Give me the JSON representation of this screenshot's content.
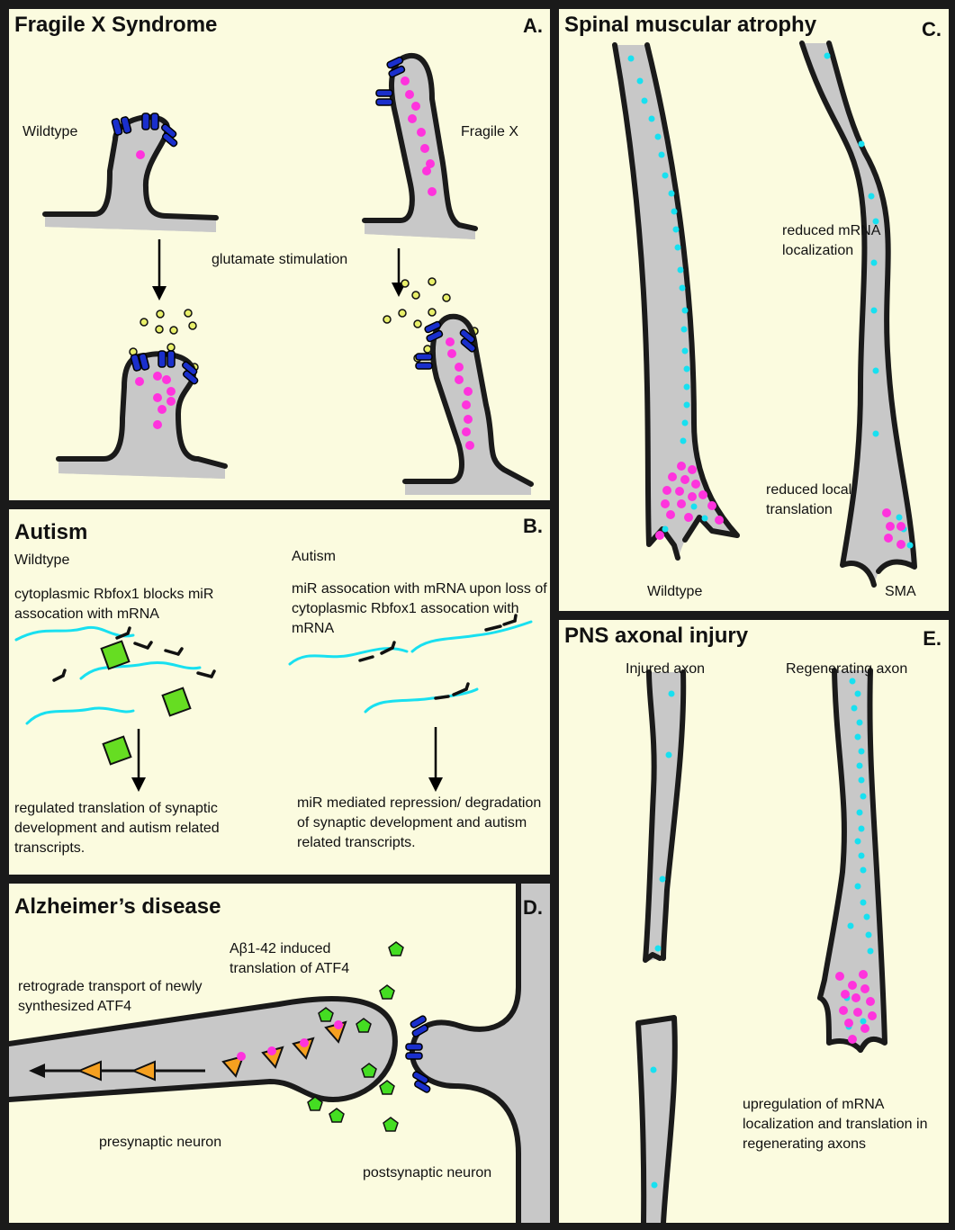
{
  "panels": {
    "A": {
      "title": "Fragile X Syndrome",
      "letter": "A.",
      "labels": {
        "wildtype": "Wildtype",
        "fragile_x": "Fragile X",
        "stimulation": "glutamate stimulation"
      }
    },
    "B": {
      "title": "Autism",
      "letter": "B.",
      "labels": {
        "wildtype": "Wildtype",
        "wildtype_desc": "cytoplasmic Rbfox1 blocks miR assocation with mRNA",
        "wildtype_result": "regulated translation of synaptic development and autism related transcripts.",
        "autism": "Autism",
        "autism_desc": "miR assocation with mRNA upon loss of cytoplasmic Rbfox1 assocation with mRNA",
        "autism_result": "miR mediated repression/ degradation of synaptic development and autism related transcripts."
      }
    },
    "C": {
      "title": "Spinal muscular atrophy",
      "letter": "C.",
      "labels": {
        "reduced_localization": "reduced mRNA localization",
        "reduced_translation": "reduced local translation",
        "wildtype": "Wildtype",
        "sma": "SMA"
      }
    },
    "D": {
      "title": "Alzheimer’s disease",
      "letter": "D.",
      "labels": {
        "abeta_line1": "Aβ1-42 induced",
        "abeta_line2": "translation of ATF4",
        "retrograde": "retrograde transport of newly synthesized ATF4",
        "presynaptic": "presynaptic neuron",
        "postsynaptic": "postsynaptic neuron"
      }
    },
    "E": {
      "title": "PNS axonal injury",
      "letter": "E.",
      "labels": {
        "injured": "Injured axon",
        "regenerating": "Regenerating axon",
        "upregulation": "upregulation of mRNA localization and translation in regenerating axons"
      }
    }
  },
  "colors": {
    "panel_bg": "#fbfbdf",
    "border": "#1a1a1a",
    "cell_fill": "#c8c8c8",
    "membrane": "#1a1a1a",
    "receptor": "#1a2fcc",
    "protein_magenta": "#ff33dd",
    "mrna_cyan": "#18e0f0",
    "glutamate": "#e8ef6a",
    "rbfox1_green": "#66dd22",
    "abeta_green": "#44dd22",
    "atf4_orange": "#f5a020"
  },
  "icons": {
    "receptor": "receptor-icon",
    "arrow": "arrow-down-icon",
    "rbfox1": "rbfox1-square-icon",
    "mirna": "mirna-dash-icon"
  }
}
